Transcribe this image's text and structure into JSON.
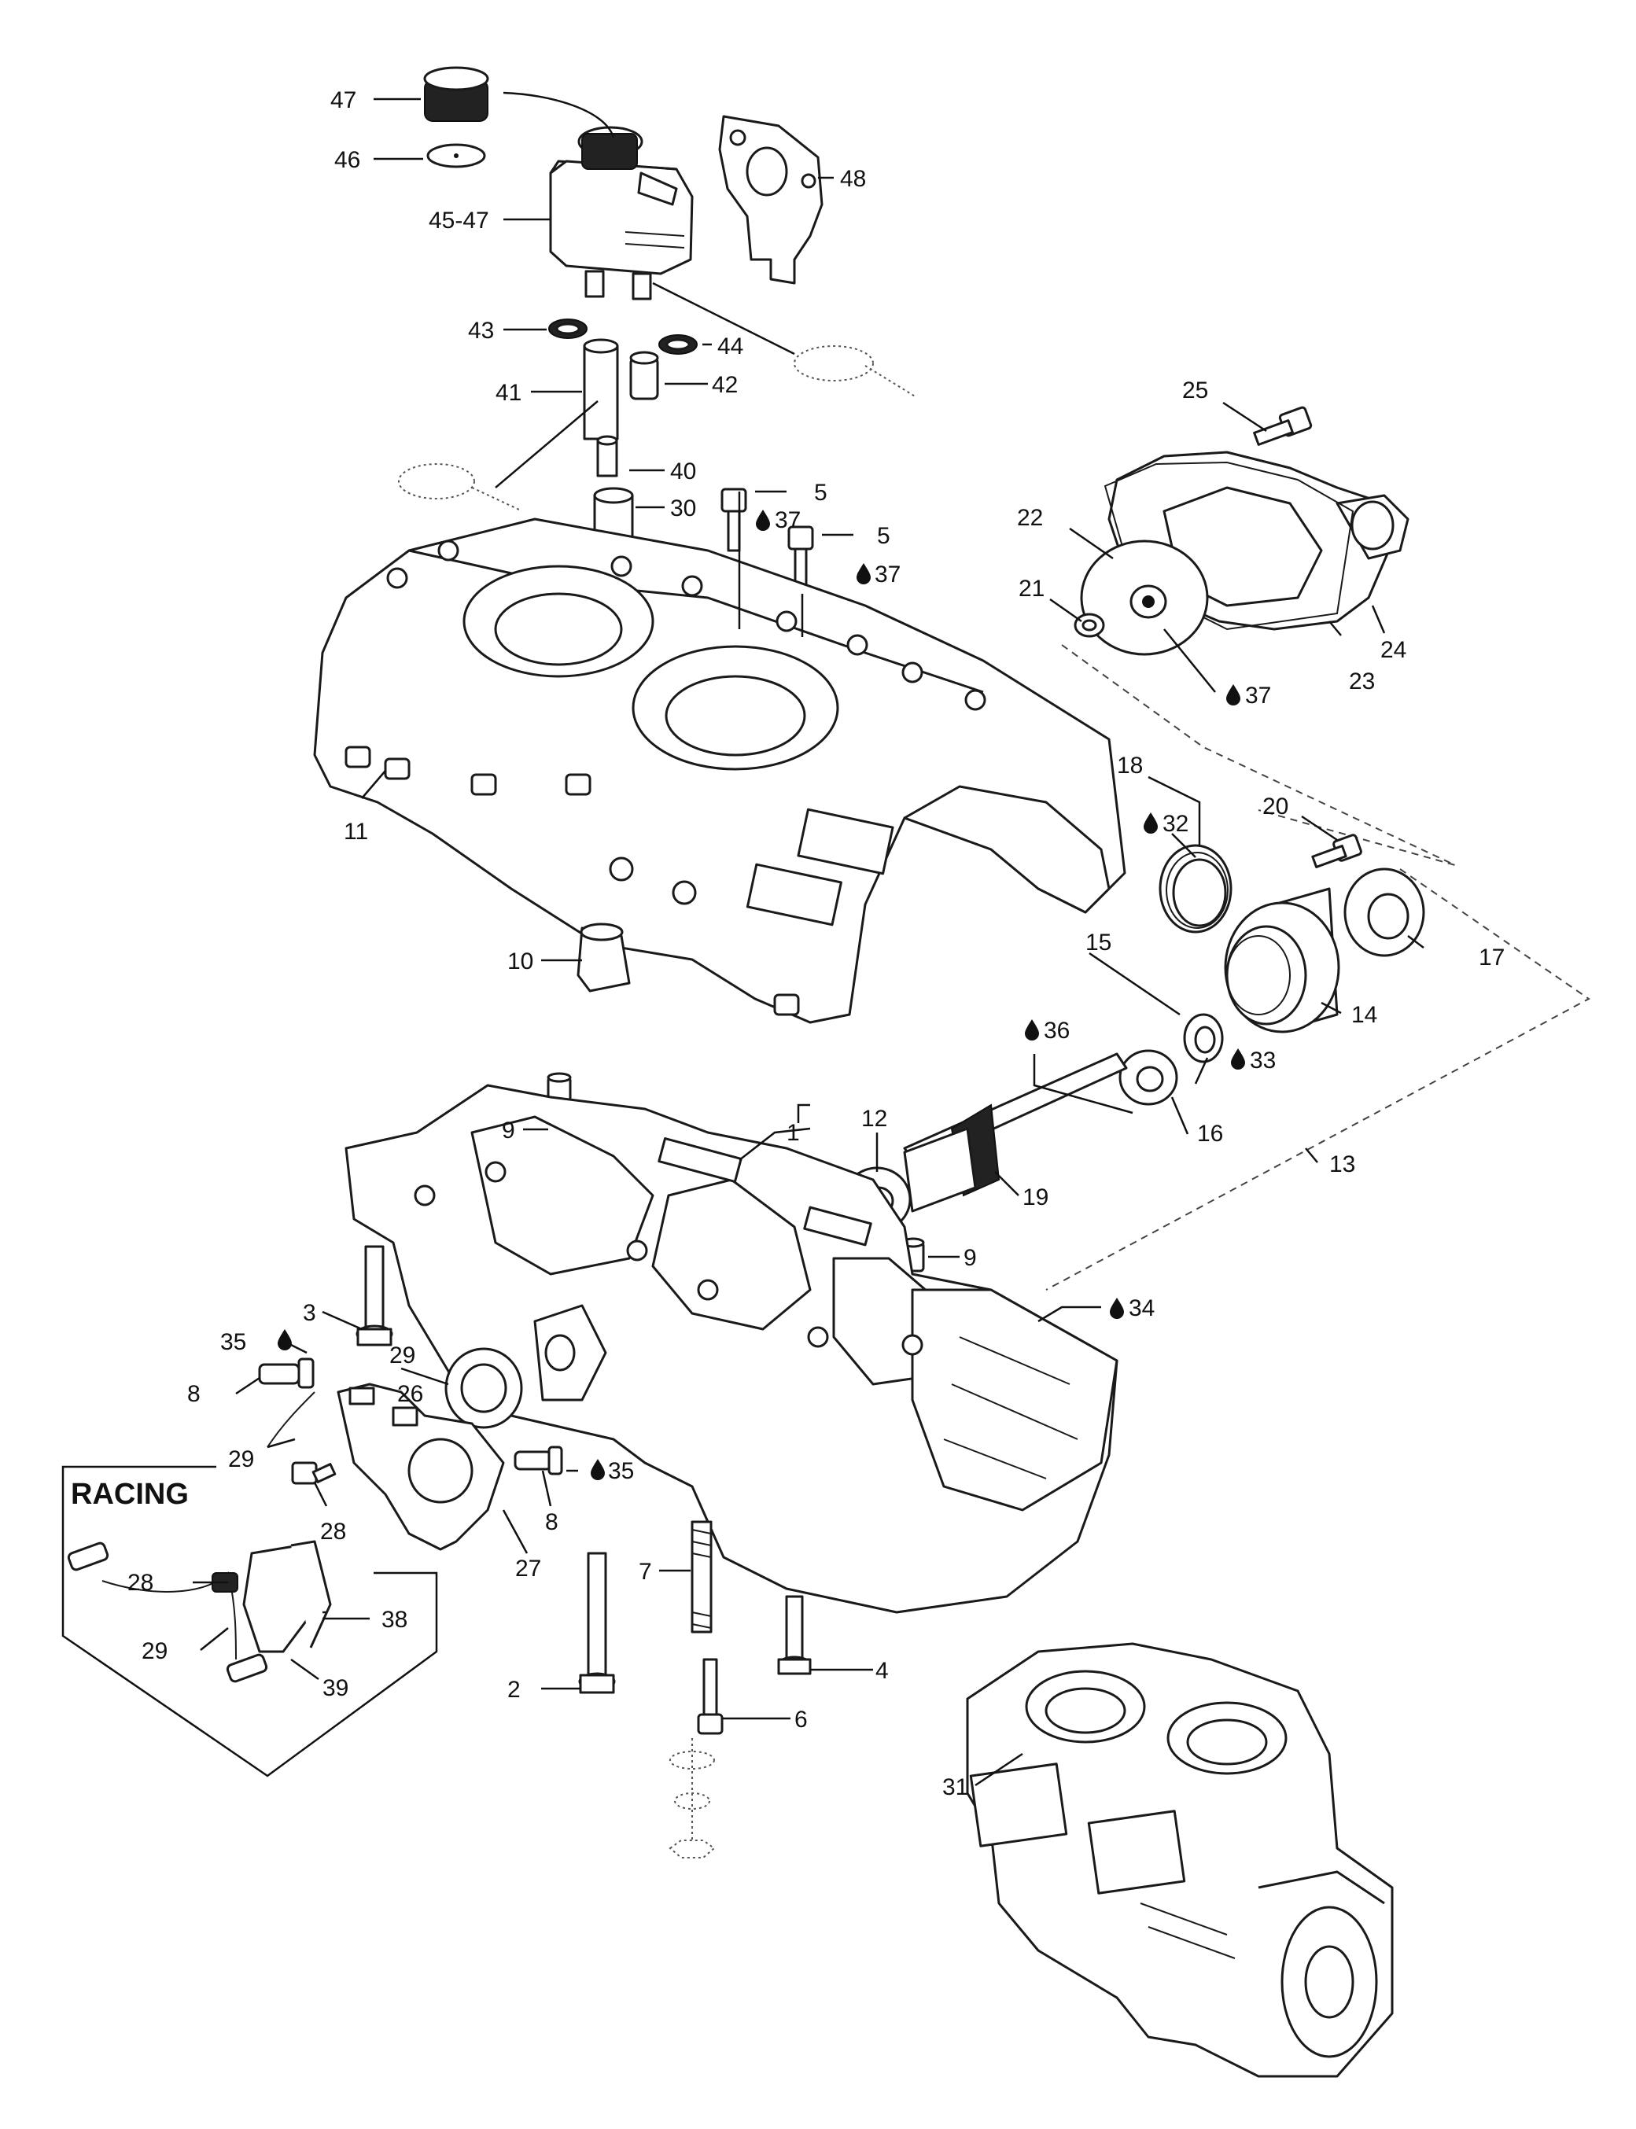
{
  "diagram": {
    "racing_label": "RACING",
    "callouts": [
      {
        "id": "c47",
        "label": "47"
      },
      {
        "id": "c46",
        "label": "46"
      },
      {
        "id": "c45",
        "label": "45-47"
      },
      {
        "id": "c48",
        "label": "48"
      },
      {
        "id": "c43",
        "label": "43"
      },
      {
        "id": "c44",
        "label": "44"
      },
      {
        "id": "c41",
        "label": "41"
      },
      {
        "id": "c42",
        "label": "42"
      },
      {
        "id": "c40",
        "label": "40"
      },
      {
        "id": "c30",
        "label": "30"
      },
      {
        "id": "c5a",
        "label": "5"
      },
      {
        "id": "c37a",
        "label": "37"
      },
      {
        "id": "c5b",
        "label": "5"
      },
      {
        "id": "c37b",
        "label": "37"
      },
      {
        "id": "c25",
        "label": "25"
      },
      {
        "id": "c22",
        "label": "22"
      },
      {
        "id": "c21",
        "label": "21"
      },
      {
        "id": "c24",
        "label": "24"
      },
      {
        "id": "c23",
        "label": "23"
      },
      {
        "id": "c37c",
        "label": "37"
      },
      {
        "id": "c11",
        "label": "11"
      },
      {
        "id": "c18",
        "label": "18"
      },
      {
        "id": "c32",
        "label": "32"
      },
      {
        "id": "c20",
        "label": "20"
      },
      {
        "id": "c17",
        "label": "17"
      },
      {
        "id": "c10",
        "label": "10"
      },
      {
        "id": "c15",
        "label": "15"
      },
      {
        "id": "c14",
        "label": "14"
      },
      {
        "id": "c36",
        "label": "36"
      },
      {
        "id": "c33",
        "label": "33"
      },
      {
        "id": "c16",
        "label": "16"
      },
      {
        "id": "c9a",
        "label": "9"
      },
      {
        "id": "c1",
        "label": "1"
      },
      {
        "id": "c12",
        "label": "12"
      },
      {
        "id": "c13",
        "label": "13"
      },
      {
        "id": "c19",
        "label": "19"
      },
      {
        "id": "c9b",
        "label": "9"
      },
      {
        "id": "c3",
        "label": "3"
      },
      {
        "id": "c34",
        "label": "34"
      },
      {
        "id": "c35a",
        "label": "35"
      },
      {
        "id": "c29a",
        "label": "29"
      },
      {
        "id": "c8a",
        "label": "8"
      },
      {
        "id": "c26",
        "label": "26"
      },
      {
        "id": "c29b",
        "label": "29"
      },
      {
        "id": "c35b",
        "label": "35"
      },
      {
        "id": "c28a",
        "label": "28"
      },
      {
        "id": "c8b",
        "label": "8"
      },
      {
        "id": "c27",
        "label": "27"
      },
      {
        "id": "c28b",
        "label": "28"
      },
      {
        "id": "c7",
        "label": "7"
      },
      {
        "id": "c38",
        "label": "38"
      },
      {
        "id": "c29c",
        "label": "29"
      },
      {
        "id": "c39",
        "label": "39"
      },
      {
        "id": "c4",
        "label": "4"
      },
      {
        "id": "c2",
        "label": "2"
      },
      {
        "id": "c6",
        "label": "6"
      },
      {
        "id": "c31",
        "label": "31"
      }
    ]
  }
}
